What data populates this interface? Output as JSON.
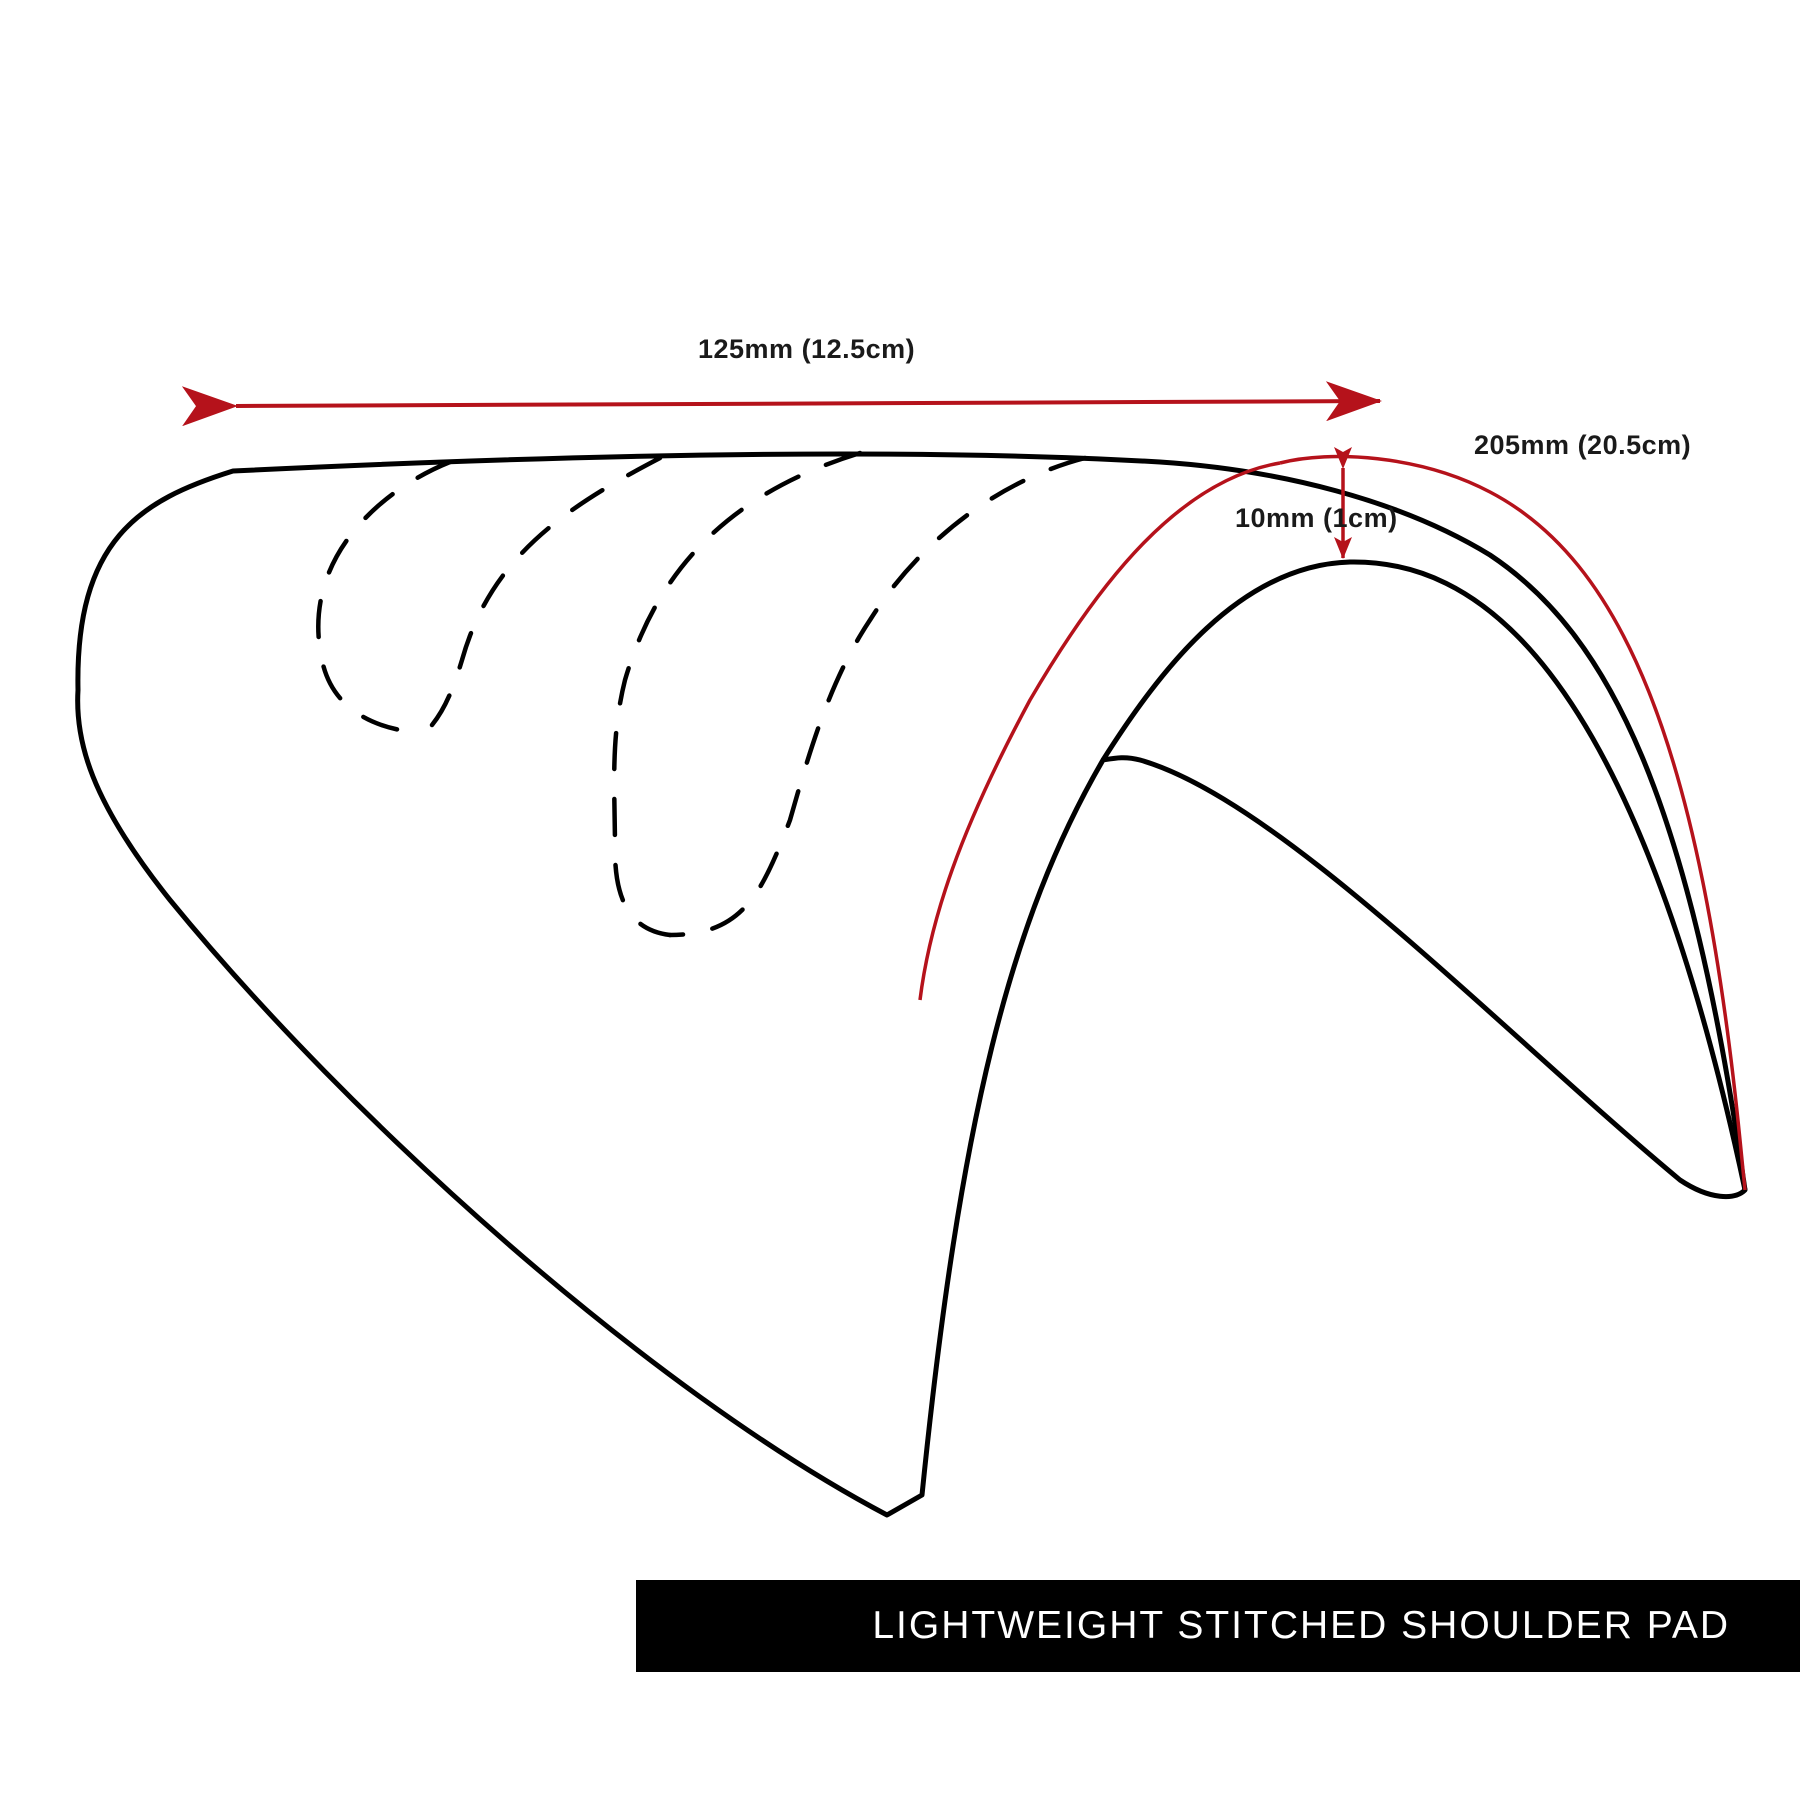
{
  "dimensions": {
    "width_label": "125mm (12.5cm)",
    "arc_label": "205mm (20.5cm)",
    "thickness_label": "10mm (1cm)"
  },
  "title": "LIGHTWEIGHT STITCHED SHOULDER PAD",
  "colors": {
    "outline": "#000000",
    "dimension_arrow": "#b5121b",
    "banner_background": "#000000",
    "banner_text": "#ffffff"
  }
}
